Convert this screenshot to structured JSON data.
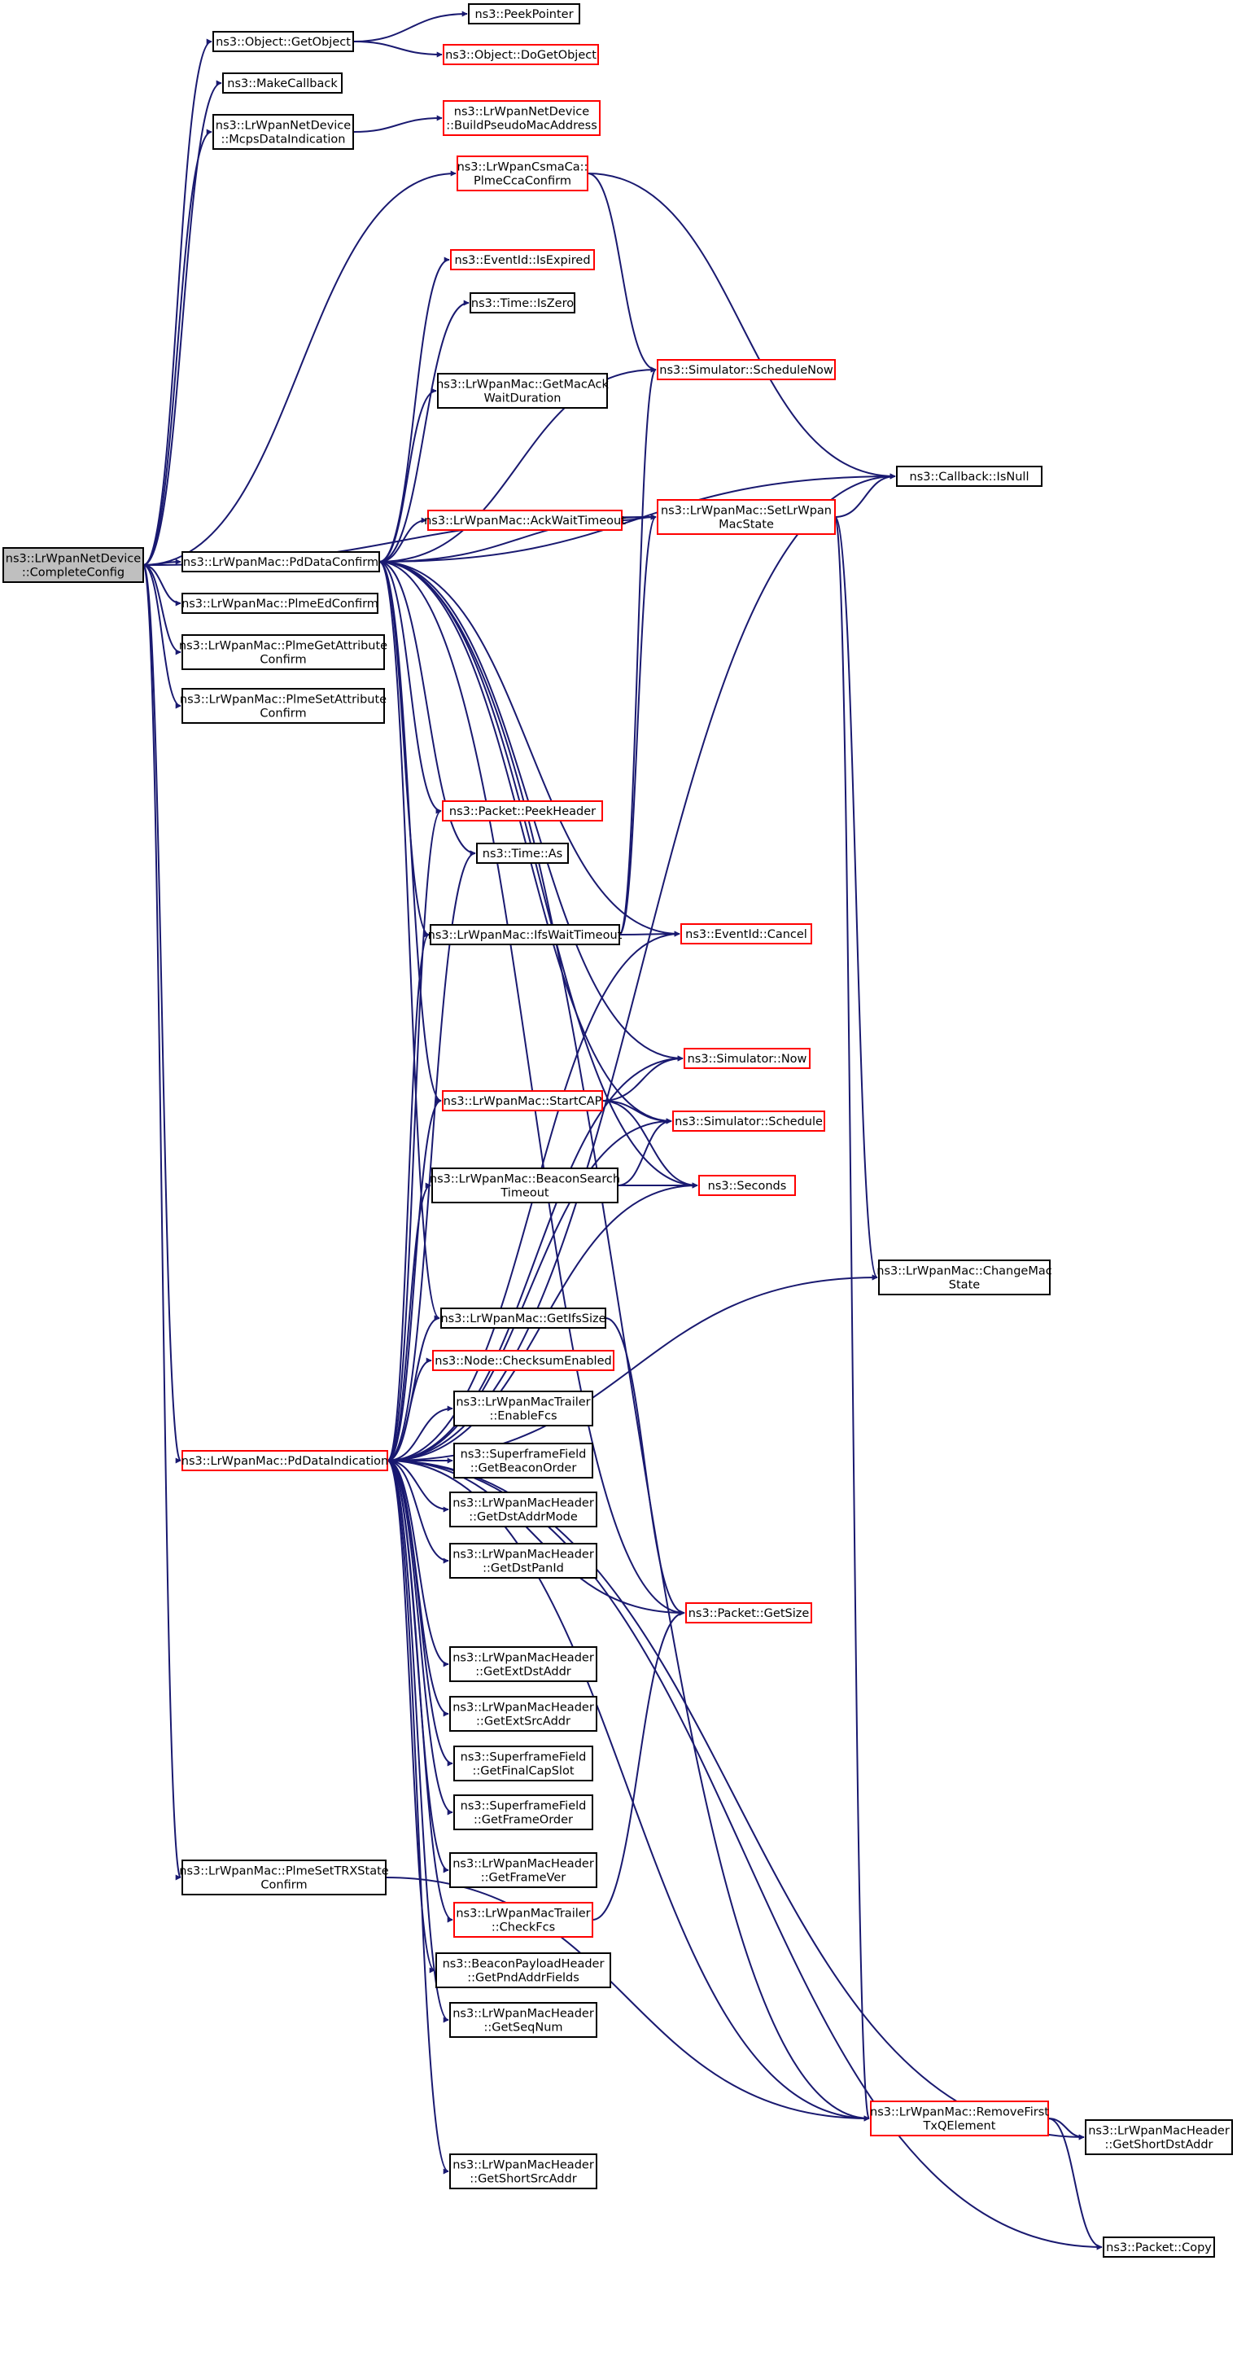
{
  "colors": {
    "edge": "#191970",
    "box_default": "#000000",
    "box_truncated": "#ff0000",
    "box_root_fill": "#bfbfbf",
    "box_fill": "#ffffff",
    "text": "#000000"
  },
  "graph": {
    "type": "call-graph",
    "root": "complete_config",
    "nodes": [
      {
        "id": "complete_config",
        "lines": [
          "ns3::LrWpanNetDevice",
          "::CompleteConfig"
        ],
        "style": "root"
      },
      {
        "id": "get_object",
        "lines": [
          "ns3::Object::GetObject"
        ],
        "style": "normal"
      },
      {
        "id": "peek_pointer",
        "lines": [
          "ns3::PeekPointer"
        ],
        "style": "normal"
      },
      {
        "id": "do_get_object",
        "lines": [
          "ns3::Object::DoGetObject"
        ],
        "style": "truncated"
      },
      {
        "id": "make_callback",
        "lines": [
          "ns3::MakeCallback"
        ],
        "style": "normal"
      },
      {
        "id": "mcps_data_indication",
        "lines": [
          "ns3::LrWpanNetDevice",
          "::McpsDataIndication"
        ],
        "style": "normal"
      },
      {
        "id": "build_pseudo_mac",
        "lines": [
          "ns3::LrWpanNetDevice",
          "::BuildPseudoMacAddress"
        ],
        "style": "truncated"
      },
      {
        "id": "plme_cca_confirm",
        "lines": [
          "ns3::LrWpanCsmaCa::",
          "PlmeCcaConfirm"
        ],
        "style": "truncated"
      },
      {
        "id": "event_is_expired",
        "lines": [
          "ns3::EventId::IsExpired"
        ],
        "style": "truncated"
      },
      {
        "id": "time_is_zero",
        "lines": [
          "ns3::Time::IsZero"
        ],
        "style": "normal"
      },
      {
        "id": "schedule_now",
        "lines": [
          "ns3::Simulator::ScheduleNow"
        ],
        "style": "truncated"
      },
      {
        "id": "get_mac_ack_wait",
        "lines": [
          "ns3::LrWpanMac::GetMacAck",
          "WaitDuration"
        ],
        "style": "normal"
      },
      {
        "id": "callback_is_null",
        "lines": [
          "ns3::Callback::IsNull"
        ],
        "style": "normal"
      },
      {
        "id": "ack_wait_timeout",
        "lines": [
          "ns3::LrWpanMac::AckWaitTimeout"
        ],
        "style": "truncated"
      },
      {
        "id": "set_lrwpan_mac_state",
        "lines": [
          "ns3::LrWpanMac::SetLrWpan",
          "MacState"
        ],
        "style": "truncated"
      },
      {
        "id": "pd_data_confirm",
        "lines": [
          "ns3::LrWpanMac::PdDataConfirm"
        ],
        "style": "normal"
      },
      {
        "id": "plme_ed_confirm",
        "lines": [
          "ns3::LrWpanMac::PlmeEdConfirm"
        ],
        "style": "normal"
      },
      {
        "id": "plme_get_attr_confirm",
        "lines": [
          "ns3::LrWpanMac::PlmeGetAttribute",
          "Confirm"
        ],
        "style": "normal"
      },
      {
        "id": "plme_set_attr_confirm",
        "lines": [
          "ns3::LrWpanMac::PlmeSetAttribute",
          "Confirm"
        ],
        "style": "normal"
      },
      {
        "id": "packet_peek_header",
        "lines": [
          "ns3::Packet::PeekHeader"
        ],
        "style": "truncated"
      },
      {
        "id": "time_as",
        "lines": [
          "ns3::Time::As"
        ],
        "style": "normal"
      },
      {
        "id": "ifs_wait_timeout",
        "lines": [
          "ns3::LrWpanMac::IfsWaitTimeout"
        ],
        "style": "normal"
      },
      {
        "id": "event_cancel",
        "lines": [
          "ns3::EventId::Cancel"
        ],
        "style": "truncated"
      },
      {
        "id": "simulator_now",
        "lines": [
          "ns3::Simulator::Now"
        ],
        "style": "truncated"
      },
      {
        "id": "start_cap",
        "lines": [
          "ns3::LrWpanMac::StartCAP"
        ],
        "style": "truncated"
      },
      {
        "id": "simulator_schedule",
        "lines": [
          "ns3::Simulator::Schedule"
        ],
        "style": "truncated"
      },
      {
        "id": "beacon_search_timeout",
        "lines": [
          "ns3::LrWpanMac::BeaconSearch",
          "Timeout"
        ],
        "style": "normal"
      },
      {
        "id": "seconds",
        "lines": [
          "ns3::Seconds"
        ],
        "style": "truncated"
      },
      {
        "id": "change_mac_state",
        "lines": [
          "ns3::LrWpanMac::ChangeMac",
          "State"
        ],
        "style": "normal"
      },
      {
        "id": "get_ifs_size",
        "lines": [
          "ns3::LrWpanMac::GetIfsSize"
        ],
        "style": "normal"
      },
      {
        "id": "checksum_enabled",
        "lines": [
          "ns3::Node::ChecksumEnabled"
        ],
        "style": "truncated"
      },
      {
        "id": "enable_fcs",
        "lines": [
          "ns3::LrWpanMacTrailer",
          "::EnableFcs"
        ],
        "style": "normal"
      },
      {
        "id": "pd_data_indication",
        "lines": [
          "ns3::LrWpanMac::PdDataIndication"
        ],
        "style": "truncated"
      },
      {
        "id": "get_beacon_order",
        "lines": [
          "ns3::SuperframeField",
          "::GetBeaconOrder"
        ],
        "style": "normal"
      },
      {
        "id": "get_dst_addr_mode",
        "lines": [
          "ns3::LrWpanMacHeader",
          "::GetDstAddrMode"
        ],
        "style": "normal"
      },
      {
        "id": "get_dst_pan_id",
        "lines": [
          "ns3::LrWpanMacHeader",
          "::GetDstPanId"
        ],
        "style": "normal"
      },
      {
        "id": "packet_get_size",
        "lines": [
          "ns3::Packet::GetSize"
        ],
        "style": "truncated"
      },
      {
        "id": "get_ext_dst_addr",
        "lines": [
          "ns3::LrWpanMacHeader",
          "::GetExtDstAddr"
        ],
        "style": "normal"
      },
      {
        "id": "get_ext_src_addr",
        "lines": [
          "ns3::LrWpanMacHeader",
          "::GetExtSrcAddr"
        ],
        "style": "normal"
      },
      {
        "id": "get_final_cap_slot",
        "lines": [
          "ns3::SuperframeField",
          "::GetFinalCapSlot"
        ],
        "style": "normal"
      },
      {
        "id": "get_frame_order",
        "lines": [
          "ns3::SuperframeField",
          "::GetFrameOrder"
        ],
        "style": "normal"
      },
      {
        "id": "plme_set_trx_state_confirm",
        "lines": [
          "ns3::LrWpanMac::PlmeSetTRXState",
          "Confirm"
        ],
        "style": "normal"
      },
      {
        "id": "get_frame_ver",
        "lines": [
          "ns3::LrWpanMacHeader",
          "::GetFrameVer"
        ],
        "style": "normal"
      },
      {
        "id": "check_fcs",
        "lines": [
          "ns3::LrWpanMacTrailer",
          "::CheckFcs"
        ],
        "style": "truncated"
      },
      {
        "id": "get_pnd_addr_fields",
        "lines": [
          "ns3::BeaconPayloadHeader",
          "::GetPndAddrFields"
        ],
        "style": "normal"
      },
      {
        "id": "get_seq_num",
        "lines": [
          "ns3::LrWpanMacHeader",
          "::GetSeqNum"
        ],
        "style": "normal"
      },
      {
        "id": "remove_first_tx_q",
        "lines": [
          "ns3::LrWpanMac::RemoveFirst",
          "TxQElement"
        ],
        "style": "truncated"
      },
      {
        "id": "get_short_dst_addr",
        "lines": [
          "ns3::LrWpanMacHeader",
          "::GetShortDstAddr"
        ],
        "style": "normal"
      },
      {
        "id": "get_short_src_addr",
        "lines": [
          "ns3::LrWpanMacHeader",
          "::GetShortSrcAddr"
        ],
        "style": "normal"
      },
      {
        "id": "packet_copy",
        "lines": [
          "ns3::Packet::Copy"
        ],
        "style": "normal"
      }
    ],
    "edges": [
      [
        "complete_config",
        "get_object"
      ],
      [
        "complete_config",
        "make_callback"
      ],
      [
        "complete_config",
        "mcps_data_indication"
      ],
      [
        "complete_config",
        "plme_cca_confirm"
      ],
      [
        "complete_config",
        "set_lrwpan_mac_state"
      ],
      [
        "complete_config",
        "pd_data_confirm"
      ],
      [
        "complete_config",
        "plme_ed_confirm"
      ],
      [
        "complete_config",
        "plme_get_attr_confirm"
      ],
      [
        "complete_config",
        "plme_set_attr_confirm"
      ],
      [
        "complete_config",
        "pd_data_indication"
      ],
      [
        "complete_config",
        "plme_set_trx_state_confirm"
      ],
      [
        "get_object",
        "peek_pointer"
      ],
      [
        "get_object",
        "do_get_object"
      ],
      [
        "mcps_data_indication",
        "build_pseudo_mac"
      ],
      [
        "plme_cca_confirm",
        "schedule_now"
      ],
      [
        "plme_cca_confirm",
        "callback_is_null"
      ],
      [
        "pd_data_confirm",
        "event_is_expired"
      ],
      [
        "pd_data_confirm",
        "time_is_zero"
      ],
      [
        "pd_data_confirm",
        "schedule_now"
      ],
      [
        "pd_data_confirm",
        "get_mac_ack_wait"
      ],
      [
        "pd_data_confirm",
        "callback_is_null"
      ],
      [
        "pd_data_confirm",
        "ack_wait_timeout"
      ],
      [
        "pd_data_confirm",
        "set_lrwpan_mac_state"
      ],
      [
        "pd_data_confirm",
        "packet_peek_header"
      ],
      [
        "pd_data_confirm",
        "time_as"
      ],
      [
        "pd_data_confirm",
        "ifs_wait_timeout"
      ],
      [
        "pd_data_confirm",
        "event_cancel"
      ],
      [
        "pd_data_confirm",
        "simulator_now"
      ],
      [
        "pd_data_confirm",
        "start_cap"
      ],
      [
        "pd_data_confirm",
        "simulator_schedule"
      ],
      [
        "pd_data_confirm",
        "seconds"
      ],
      [
        "pd_data_confirm",
        "get_ifs_size"
      ],
      [
        "pd_data_confirm",
        "packet_get_size"
      ],
      [
        "pd_data_confirm",
        "remove_first_tx_q"
      ],
      [
        "ack_wait_timeout",
        "set_lrwpan_mac_state"
      ],
      [
        "set_lrwpan_mac_state",
        "callback_is_null"
      ],
      [
        "set_lrwpan_mac_state",
        "change_mac_state"
      ],
      [
        "set_lrwpan_mac_state",
        "remove_first_tx_q"
      ],
      [
        "ifs_wait_timeout",
        "schedule_now"
      ],
      [
        "ifs_wait_timeout",
        "set_lrwpan_mac_state"
      ],
      [
        "ifs_wait_timeout",
        "event_cancel"
      ],
      [
        "start_cap",
        "simulator_now"
      ],
      [
        "start_cap",
        "simulator_schedule"
      ],
      [
        "start_cap",
        "seconds"
      ],
      [
        "beacon_search_timeout",
        "simulator_schedule"
      ],
      [
        "beacon_search_timeout",
        "seconds"
      ],
      [
        "get_ifs_size",
        "packet_get_size"
      ],
      [
        "pd_data_indication",
        "callback_is_null"
      ],
      [
        "pd_data_indication",
        "packet_peek_header"
      ],
      [
        "pd_data_indication",
        "time_as"
      ],
      [
        "pd_data_indication",
        "ifs_wait_timeout"
      ],
      [
        "pd_data_indication",
        "event_cancel"
      ],
      [
        "pd_data_indication",
        "simulator_now"
      ],
      [
        "pd_data_indication",
        "start_cap"
      ],
      [
        "pd_data_indication",
        "simulator_schedule"
      ],
      [
        "pd_data_indication",
        "beacon_search_timeout"
      ],
      [
        "pd_data_indication",
        "seconds"
      ],
      [
        "pd_data_indication",
        "change_mac_state"
      ],
      [
        "pd_data_indication",
        "get_ifs_size"
      ],
      [
        "pd_data_indication",
        "checksum_enabled"
      ],
      [
        "pd_data_indication",
        "enable_fcs"
      ],
      [
        "pd_data_indication",
        "get_beacon_order"
      ],
      [
        "pd_data_indication",
        "get_dst_addr_mode"
      ],
      [
        "pd_data_indication",
        "get_dst_pan_id"
      ],
      [
        "pd_data_indication",
        "packet_get_size"
      ],
      [
        "pd_data_indication",
        "get_ext_dst_addr"
      ],
      [
        "pd_data_indication",
        "get_ext_src_addr"
      ],
      [
        "pd_data_indication",
        "get_final_cap_slot"
      ],
      [
        "pd_data_indication",
        "get_frame_order"
      ],
      [
        "pd_data_indication",
        "get_frame_ver"
      ],
      [
        "pd_data_indication",
        "check_fcs"
      ],
      [
        "pd_data_indication",
        "get_pnd_addr_fields"
      ],
      [
        "pd_data_indication",
        "get_seq_num"
      ],
      [
        "pd_data_indication",
        "get_short_dst_addr"
      ],
      [
        "pd_data_indication",
        "get_short_src_addr"
      ],
      [
        "pd_data_indication",
        "remove_first_tx_q"
      ],
      [
        "pd_data_indication",
        "packet_copy"
      ],
      [
        "check_fcs",
        "packet_get_size"
      ],
      [
        "plme_set_trx_state_confirm",
        "remove_first_tx_q"
      ],
      [
        "remove_first_tx_q",
        "get_short_dst_addr"
      ],
      [
        "remove_first_tx_q",
        "packet_copy"
      ]
    ]
  }
}
